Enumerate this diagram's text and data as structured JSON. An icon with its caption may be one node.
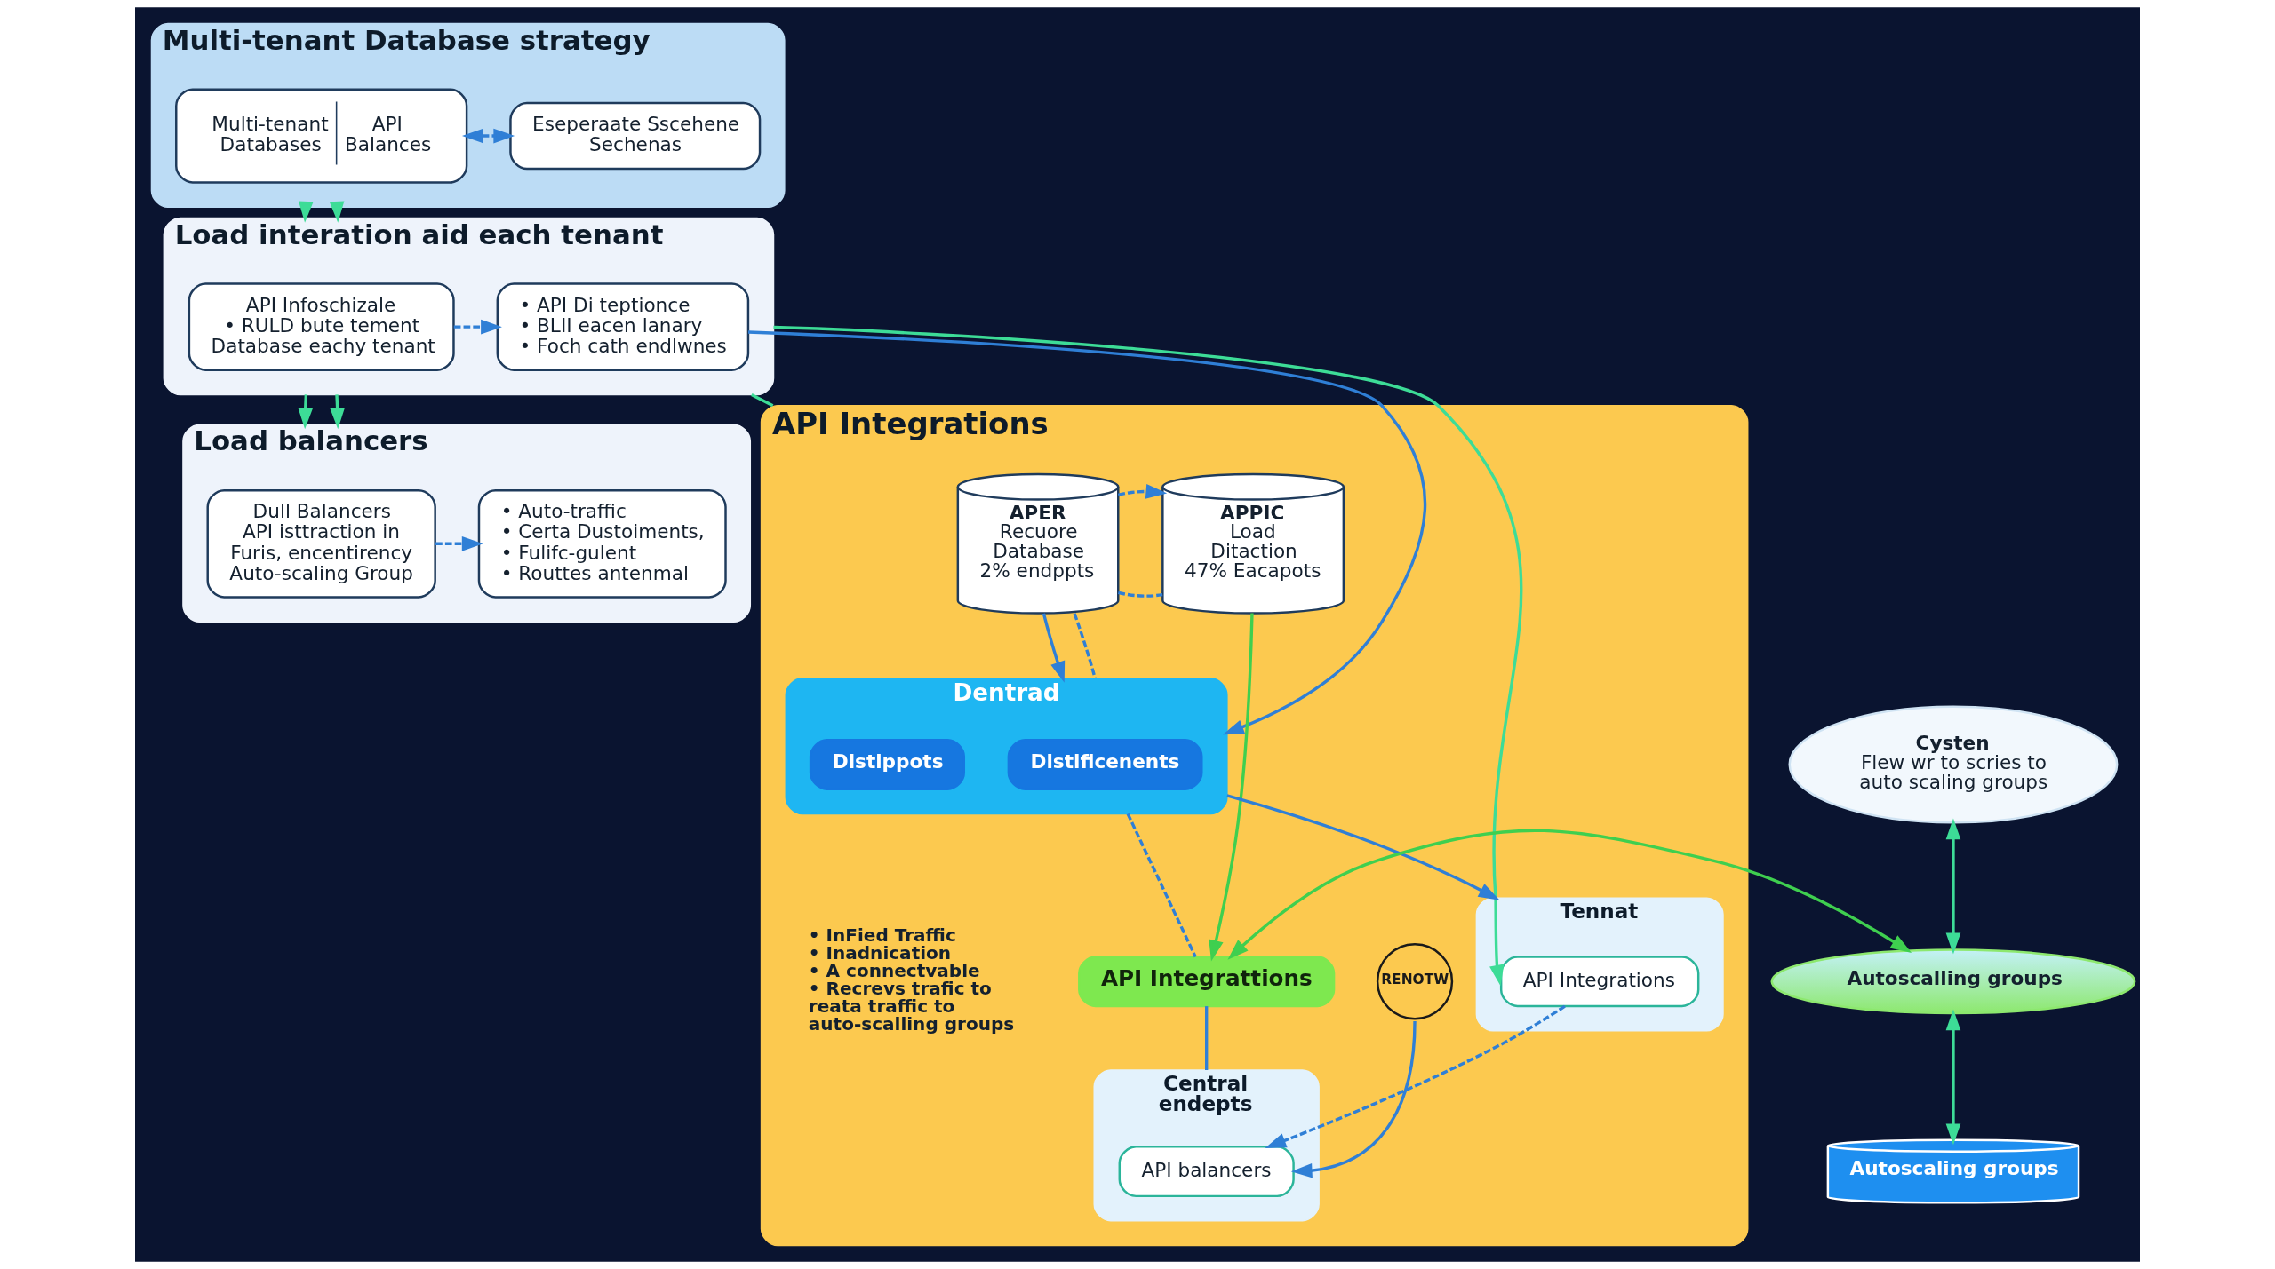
{
  "diagram": {
    "nodes": [
      {
        "text": [
          "Multi-tenant Database strategy"
        ]
      },
      {
        "text": [
          "Multi-tenant Databases",
          "API Balances"
        ],
        "in": 0
      },
      {
        "text": [
          "Eseperaate Sscehene Sechenas"
        ],
        "in": 0
      },
      {
        "text": [
          "Load interation aid each tenant"
        ]
      },
      {
        "text": [
          "API Infoschizale",
          "• RULD bute tement",
          "Database eachy tenant"
        ],
        "in": 3
      },
      {
        "text": [
          "• API Di teptionce",
          "• BLII eacen lanary",
          "• Foch cath endlwnes"
        ],
        "in": 3
      },
      {
        "text": [
          "Load balancers"
        ]
      },
      {
        "text": [
          "Dull Balancers",
          "API isttraction in",
          "Furis, encentirency",
          "Auto-scaling Group"
        ],
        "in": 6
      },
      {
        "text": [
          "• Auto-traffic",
          "• Certa Dustoiments,",
          "• Fulifc-gulent",
          "• Routtes antenmal"
        ],
        "in": 6
      },
      {
        "text": [
          "API Integrations"
        ]
      },
      {
        "text": [
          "APER",
          "Recuore Database",
          "2% endppts"
        ],
        "in": 9
      },
      {
        "text": [
          "APPIC",
          "Load Ditaction",
          "47% Eacapots"
        ],
        "in": 9
      },
      {
        "text": [
          "Dentrad"
        ],
        "in": 9
      },
      {
        "text": [
          "Distificenents"
        ],
        "in": 12
      },
      {
        "text": [
          "Distippots"
        ],
        "in": 12
      },
      {
        "text": [
          "API Integrattions"
        ],
        "in": 9
      },
      {
        "text": [
          "Tennat"
        ],
        "in": 9
      },
      {
        "text": [
          "API Integrations"
        ],
        "in": 16
      },
      {
        "text": [
          "Central endepts"
        ],
        "in": 9
      },
      {
        "text": [
          "API balancers"
        ],
        "in": 18
      },
      {
        "text": [
          "RENOTW"
        ],
        "in": 9
      },
      {
        "text": [
          "Cysten",
          "Flew wr to scries to auto scaling groups"
        ]
      },
      {
        "text": [
          "Autoscalling groups"
        ]
      },
      {
        "text": [
          "Autoscaling groups"
        ]
      }
    ],
    "edges": [
      {
        "from": 1,
        "to": 2,
        "arrow": "both",
        "style": "dashed"
      },
      {
        "from": 0,
        "to": 3,
        "arrow": "to",
        "color": "#3ddc97"
      },
      {
        "from": 0,
        "to": 3,
        "arrow": "to",
        "color": "#3ddc97"
      },
      {
        "from": 4,
        "to": 5,
        "arrow": "to",
        "style": "dashed"
      },
      {
        "from": 7,
        "to": 8,
        "arrow": "to",
        "style": "dashed"
      },
      {
        "from": 5,
        "to": 12,
        "arrow": "to"
      },
      {
        "from": 3,
        "to": 6,
        "arrow": "to",
        "color": "#3ddc97"
      },
      {
        "from": 3,
        "to": 6,
        "arrow": "to",
        "color": "#3ddc97"
      },
      {
        "from": 3,
        "to": 17,
        "arrow": "to",
        "color": "#3ddc97"
      },
      {
        "from": 3,
        "to": 9,
        "arrow": "none",
        "color": "#3ddc97"
      },
      {
        "from": 10,
        "to": 11,
        "arrow": "none",
        "style": "dashed"
      },
      {
        "from": 10,
        "to": 11,
        "arrow": "to",
        "style": "dashed"
      },
      {
        "from": 10,
        "to": 12,
        "arrow": "to"
      },
      {
        "from": 10,
        "to": 12,
        "arrow": "none",
        "style": "dashed"
      },
      {
        "from": 11,
        "to": 15,
        "arrow": "to",
        "color": "#3fcf4f"
      },
      {
        "from": 12,
        "to": 15,
        "arrow": "none",
        "style": "dashed"
      },
      {
        "from": 15,
        "to": 22,
        "arrow": "both",
        "color": "#3fcf4f"
      },
      {
        "from": 12,
        "to": 16,
        "arrow": "to"
      },
      {
        "from": 15,
        "to": 18,
        "arrow": "none"
      },
      {
        "from": 17,
        "to": 19,
        "arrow": "to",
        "style": "dashed"
      },
      {
        "from": 20,
        "to": 19,
        "arrow": "to"
      },
      {
        "from": 21,
        "to": 22,
        "arrow": "both",
        "color": "#3ddc97"
      },
      {
        "from": 22,
        "to": 23,
        "arrow": "both",
        "color": "#3ddc97"
      }
    ],
    "labels": [
      "• InFied Traffic",
      "• Inadnication",
      "• A connectvable",
      "• Recrevs trafic to reata traffic to auto-scalling groups"
    ]
  }
}
